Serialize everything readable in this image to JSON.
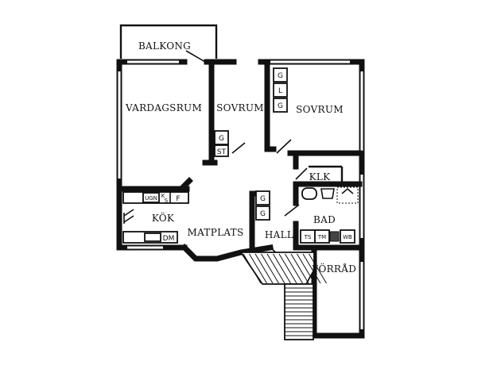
{
  "rooms": {
    "balcony": "BALKONG",
    "living_room": "VARDAGSRUM",
    "bedroom_1": "SOVRUM",
    "bedroom_2": "SOVRUM",
    "closet": "KLK",
    "kitchen": "KÖK",
    "bathroom": "BAD",
    "dining_area": "MATPLATS",
    "hallway": "HALL",
    "storage": "FÖRRÅD"
  },
  "fixtures": {
    "wardrobe_g": "G",
    "wardrobe_l": "L",
    "wardrobe_st": "ST",
    "oven": "UGN",
    "kitchen_k": "K",
    "kitchen_s": "S",
    "fridge": "F",
    "dishwasher": "DM",
    "dryer": "TS",
    "washer": "TM",
    "wc": "WB"
  }
}
